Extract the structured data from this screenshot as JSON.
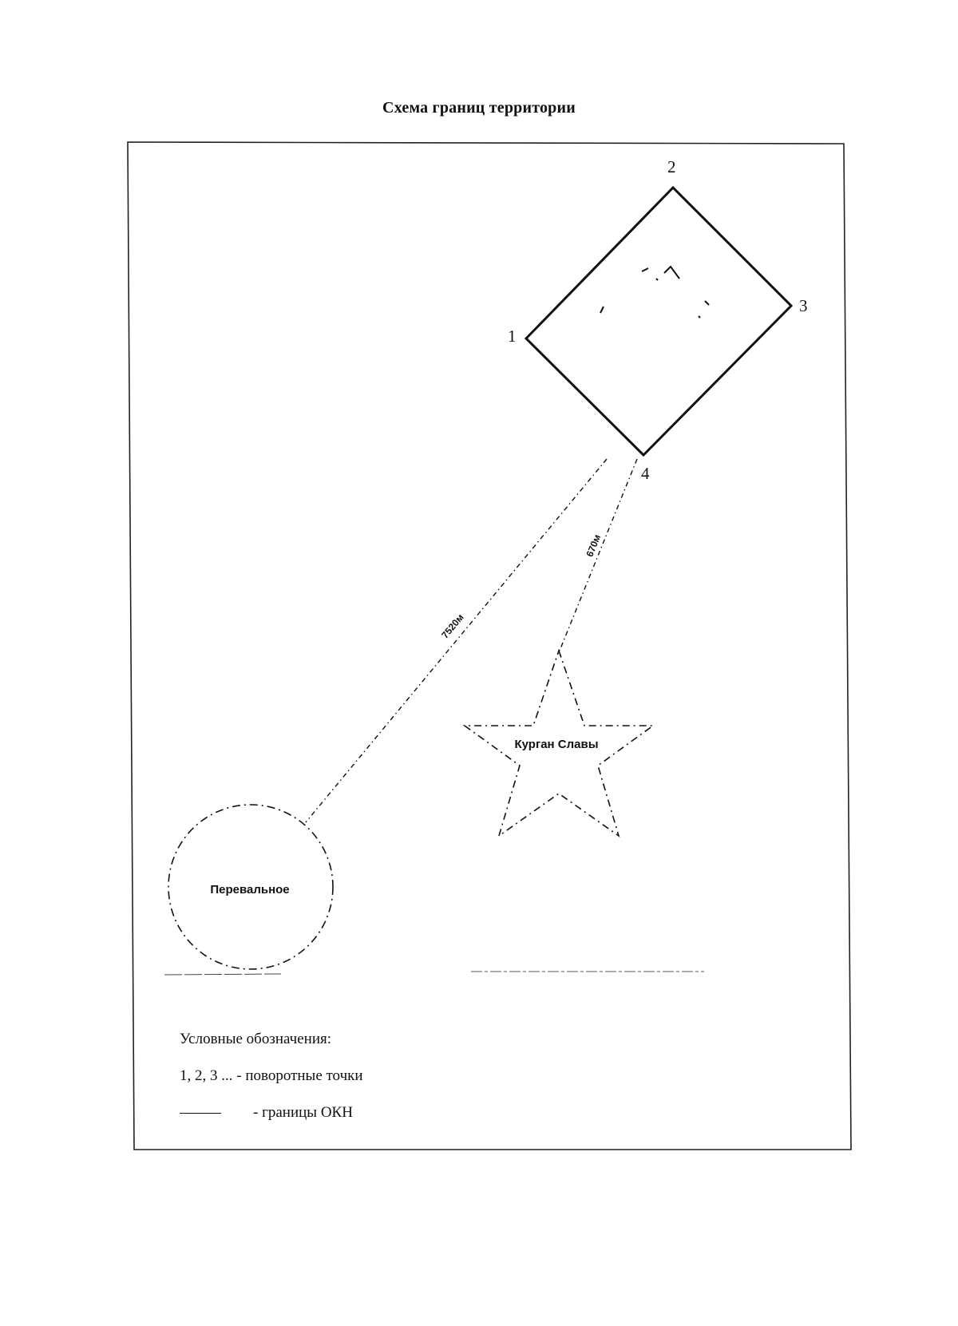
{
  "title": "Схема границ территории",
  "points": {
    "p1": "1",
    "p2": "2",
    "p3": "3",
    "p4": "4"
  },
  "places": {
    "kurgan": "Курган Славы",
    "pereval": "Перевальное"
  },
  "distances": {
    "to_kurgan": "670м",
    "to_pereval": "7520м"
  },
  "legend": {
    "heading": "Условные обозначения:",
    "turning_points": "1, 2, 3 ... - поворотные точки",
    "boundary": "- границы ОКН"
  }
}
